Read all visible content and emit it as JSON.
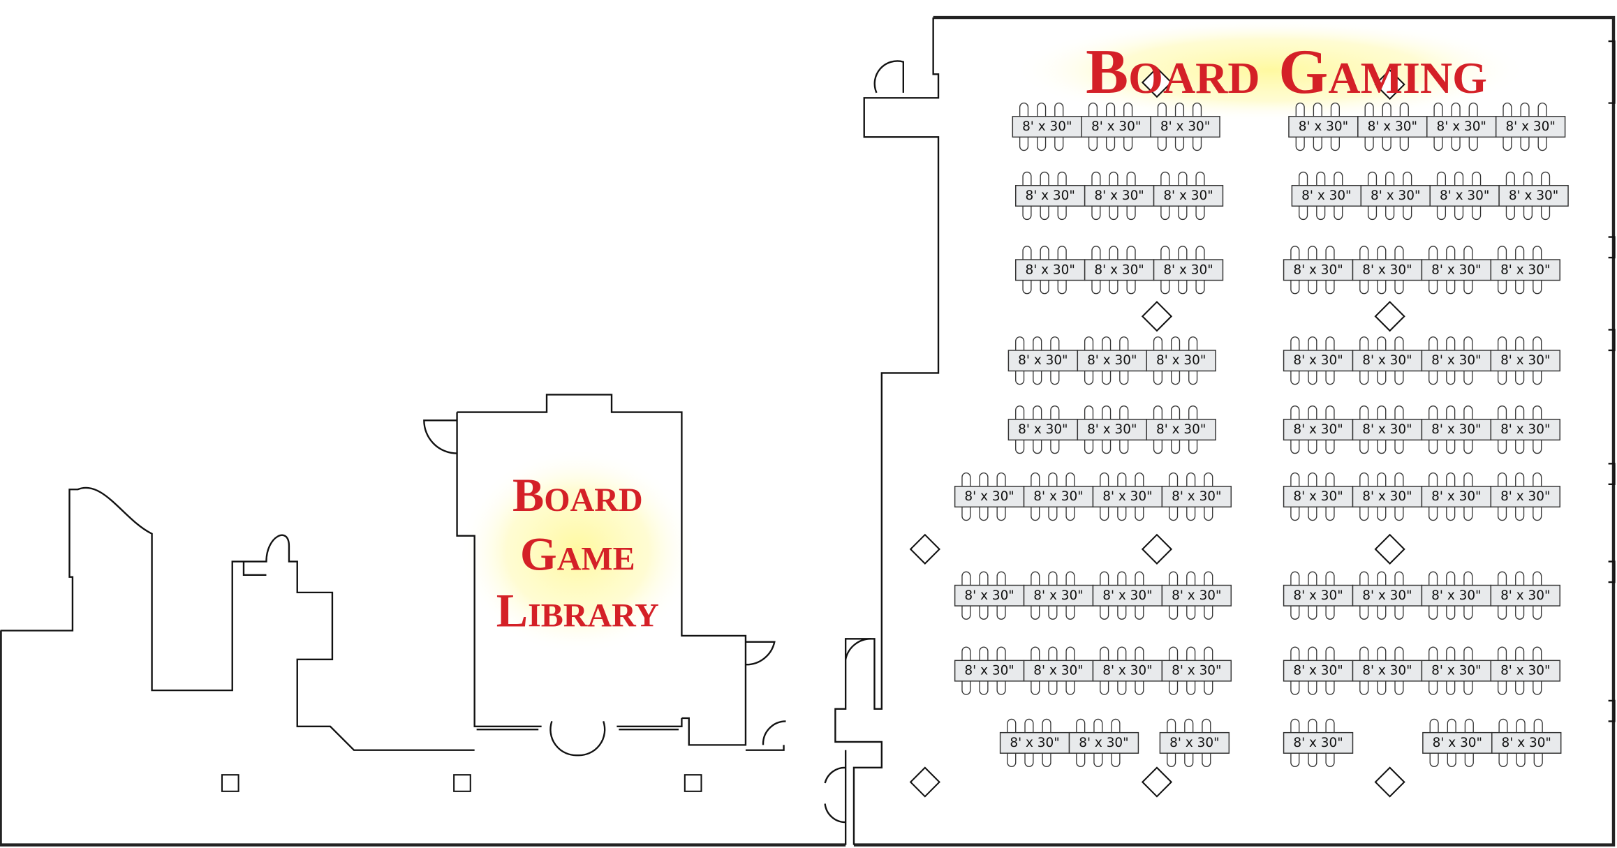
{
  "areas": {
    "board_gaming": {
      "line1": "Board",
      "line2": "Gaming"
    },
    "library": {
      "line1": "Board",
      "line2": "Game",
      "line3": "Library"
    }
  },
  "table_label": "8' x 30\"",
  "table_rows": [
    {
      "groups": [
        3,
        4
      ]
    },
    {
      "groups": [
        3,
        4
      ]
    },
    {
      "groups": [
        3,
        4
      ]
    },
    {
      "groups": [
        3,
        4
      ]
    },
    {
      "groups": [
        3,
        4
      ]
    },
    {
      "groups": [
        4,
        4
      ]
    },
    {
      "groups": [
        4,
        4
      ]
    },
    {
      "groups": [
        4,
        4
      ]
    },
    {
      "groups": [
        2,
        1,
        1,
        2
      ]
    }
  ],
  "colors": {
    "label": "#d42027",
    "glow": "#fff9a0",
    "table": "#e8eaec"
  }
}
